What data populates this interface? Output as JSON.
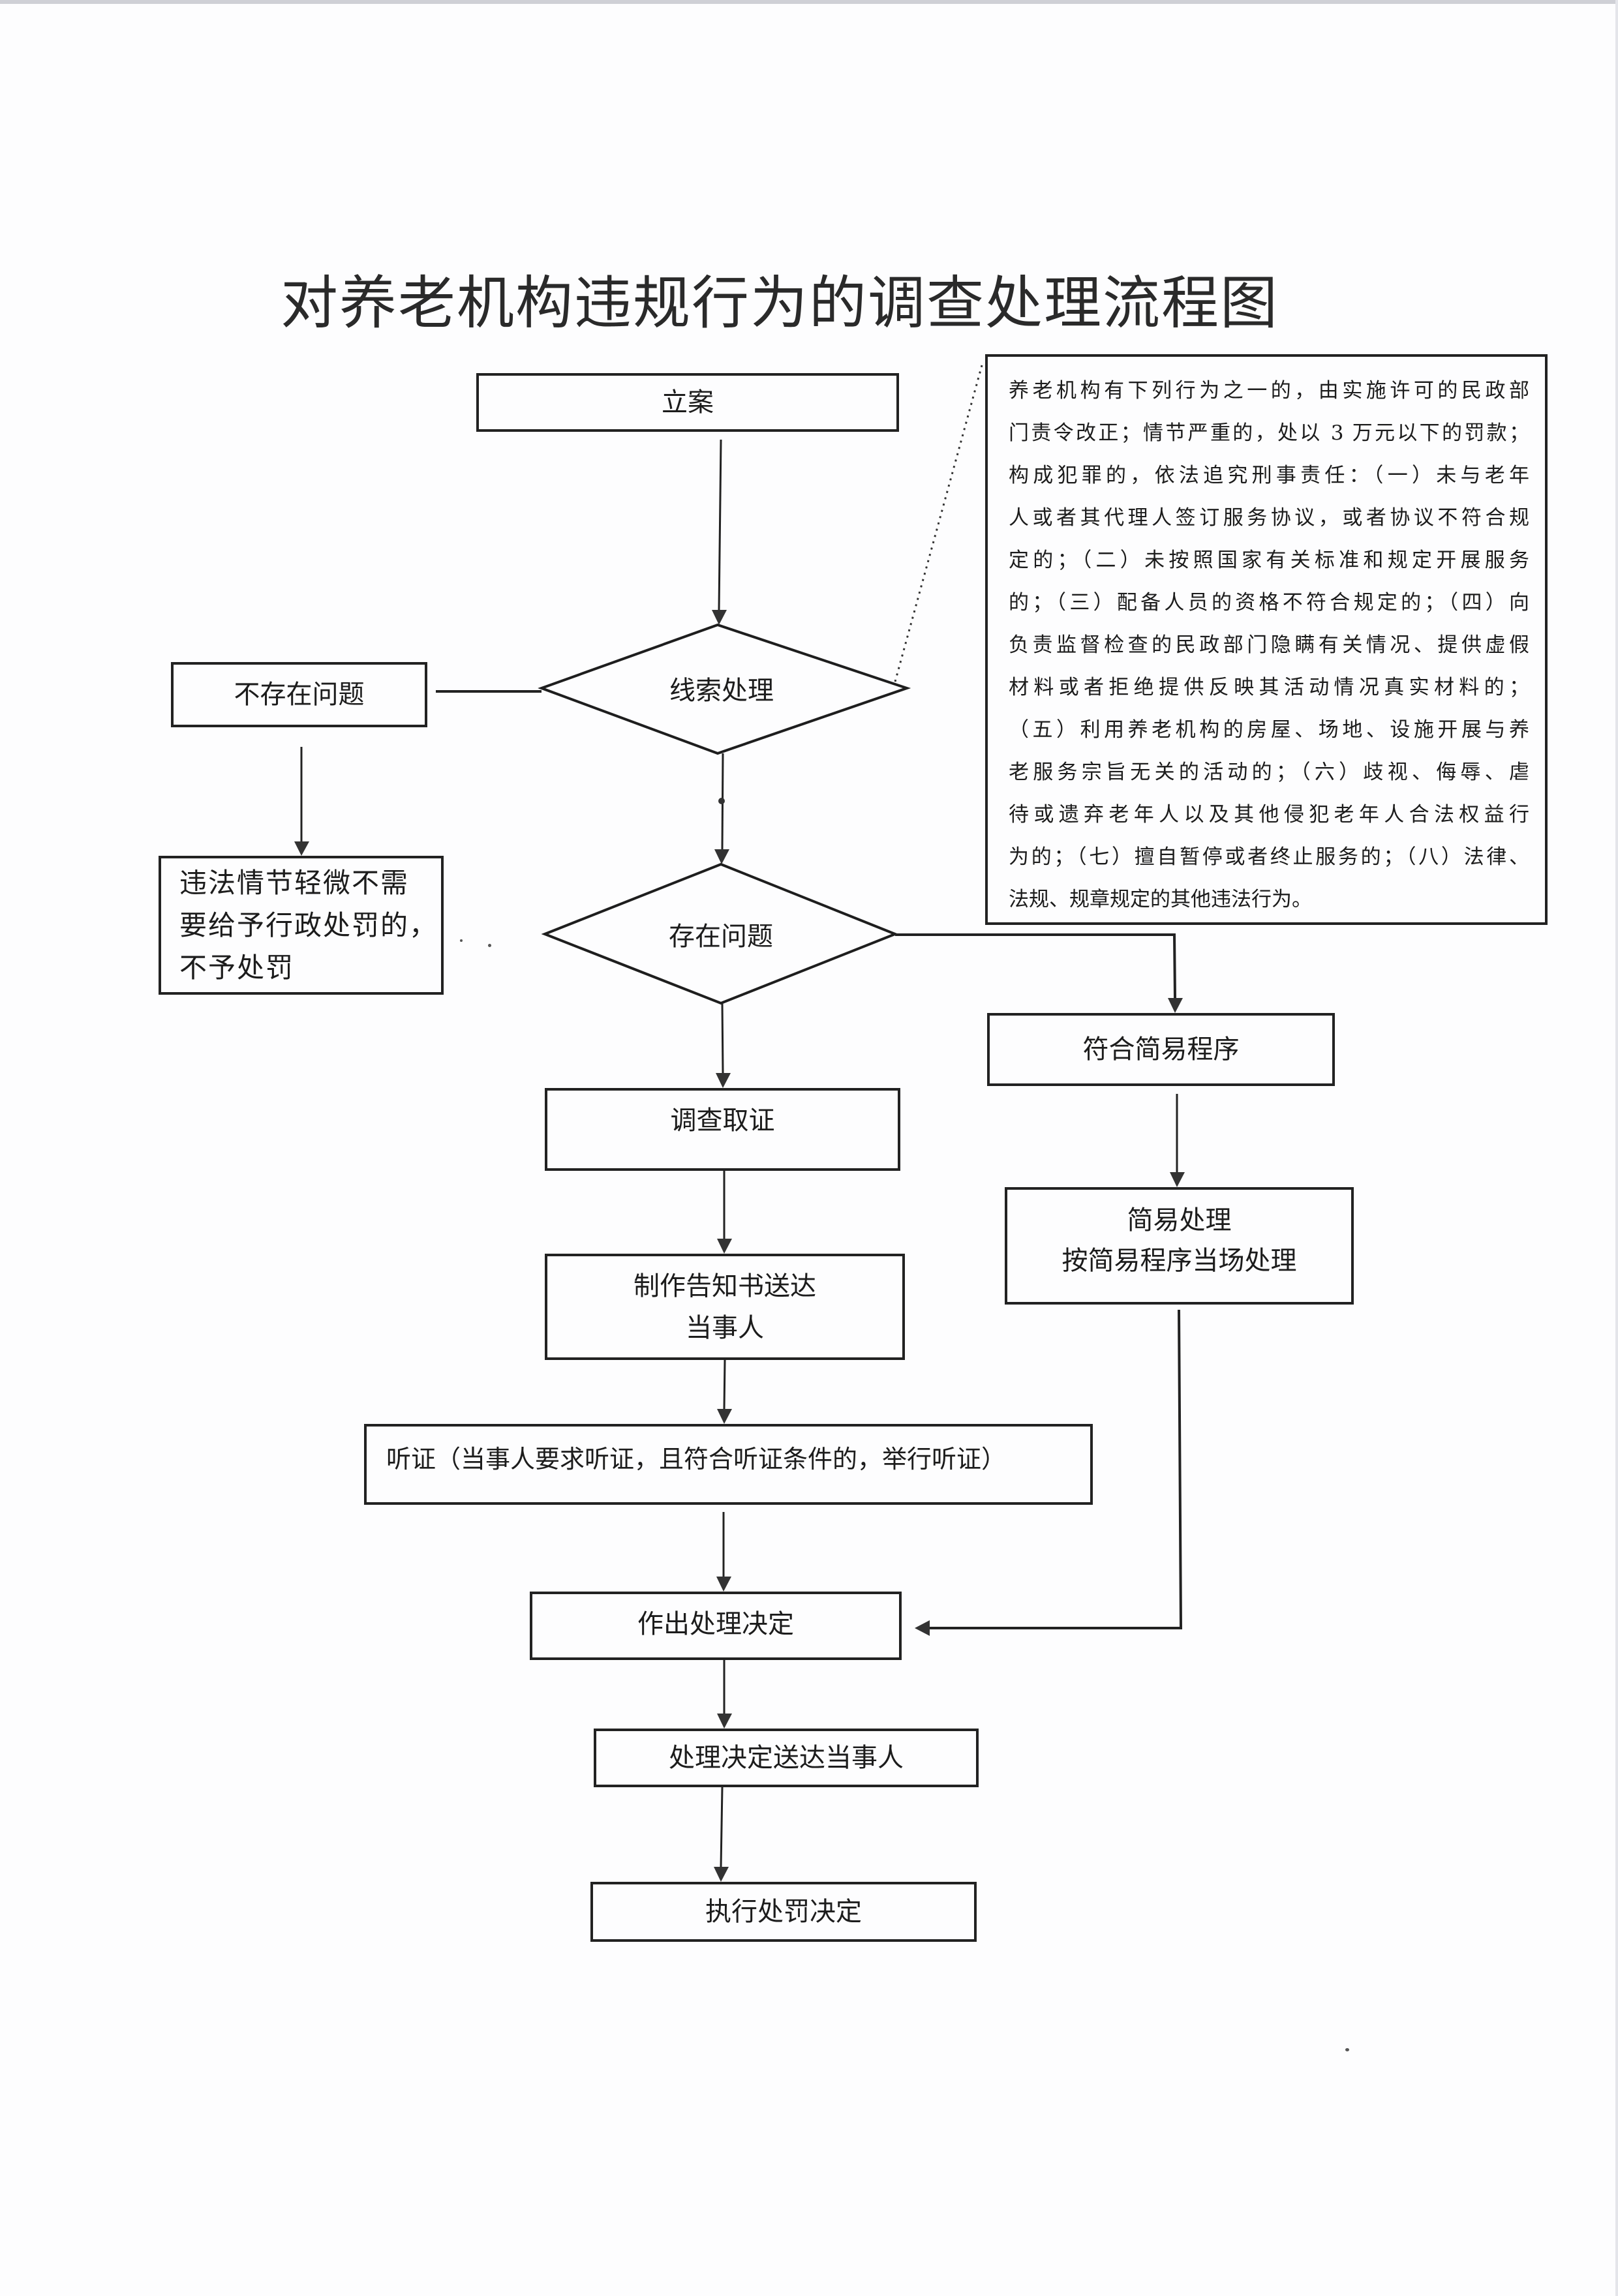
{
  "title": "对养老机构违规行为的调查处理流程图",
  "nodes": {
    "case_filing": "立案",
    "clue_handling": "线索处理",
    "no_problem": "不存在问题",
    "minor_violation": [
      "违法情节轻微不需",
      "要给予行政处罚的，",
      "不予处罚"
    ],
    "problem_exists": "存在问题",
    "simple_procedure_eligible": "符合简易程序",
    "investigation": "调查取证",
    "simple_handling": [
      "简易处理",
      "按简易程序当场处理"
    ],
    "notice_delivery": [
      "制作告知书送达",
      "当事人"
    ],
    "hearing": "听证（当事人要求听证，且符合听证条件的，举行听证）",
    "decision": "作出处理决定",
    "decision_delivery": "处理决定送达当事人",
    "execute_penalty": "执行处罚决定"
  },
  "note": {
    "lines": [
      "养老机构有下列行为之一的，由实施许可的民政部",
      "门责令改正；情节严重的，处以 3 万元以下的罚款；",
      "构成犯罪的，依法追究刑事责任：（一）未与老年",
      "人或者其代理人签订服务协议，或者协议不符合规",
      "定的；（二）未按照国家有关标准和规定开展服务",
      "的；（三）配备人员的资格不符合规定的；（四）向",
      "负责监督检查的民政部门隐瞒有关情况、提供虚假",
      "材料或者拒绝提供反映其活动情况真实材料的；",
      "（五）利用养老机构的房屋、场地、设施开展与养",
      "老服务宗旨无关的活动的；（六）歧视、侮辱、虐",
      "待或遗弃老年人以及其他侵犯老年人合法权益行",
      "为的；（七）擅自暂停或者终止服务的；（八）法律、",
      "法规、规章规定的其他违法行为。"
    ]
  },
  "edges": [
    {
      "from": "case_filing",
      "to": "clue_handling",
      "style": "arrow"
    },
    {
      "from": "clue_handling",
      "to": "no_problem",
      "style": "line"
    },
    {
      "from": "no_problem",
      "to": "minor_violation",
      "style": "arrow"
    },
    {
      "from": "clue_handling",
      "to": "problem_exists",
      "style": "arrow"
    },
    {
      "from": "clue_handling",
      "to": "note",
      "style": "dotted"
    },
    {
      "from": "problem_exists",
      "to": "investigation",
      "style": "arrow"
    },
    {
      "from": "problem_exists",
      "to": "simple_procedure_eligible",
      "style": "arrow"
    },
    {
      "from": "simple_procedure_eligible",
      "to": "simple_handling",
      "style": "arrow"
    },
    {
      "from": "investigation",
      "to": "notice_delivery",
      "style": "arrow"
    },
    {
      "from": "notice_delivery",
      "to": "hearing",
      "style": "arrow"
    },
    {
      "from": "hearing",
      "to": "decision",
      "style": "arrow"
    },
    {
      "from": "simple_handling",
      "to": "decision",
      "style": "arrow"
    },
    {
      "from": "decision",
      "to": "decision_delivery",
      "style": "arrow"
    },
    {
      "from": "decision_delivery",
      "to": "execute_penalty",
      "style": "arrow"
    }
  ]
}
